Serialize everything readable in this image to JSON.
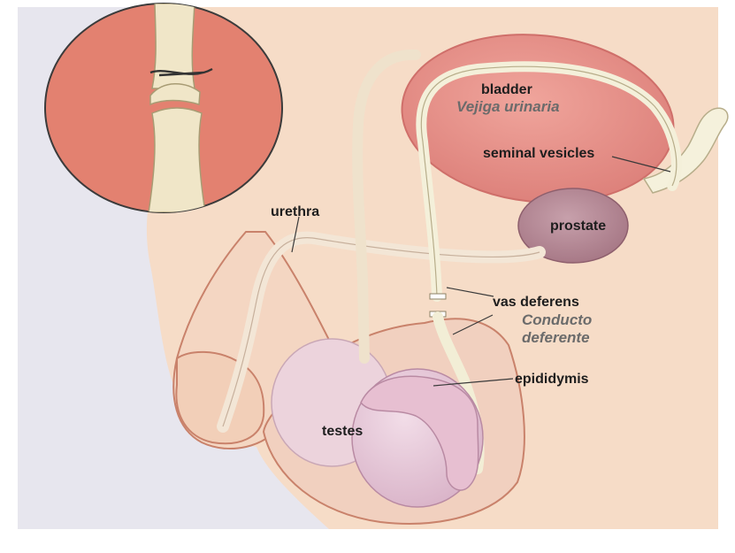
{
  "labels": {
    "bladder": "bladder",
    "bladder_es": "Vejiga urinaria",
    "seminal_vesicles": "seminal vesicles",
    "prostate": "prostate",
    "urethra": "urethra",
    "vas_deferens": "vas deferens",
    "vas_deferens_es_1": "Conducto",
    "vas_deferens_es_2": "deferente",
    "epididymis": "epididymis",
    "testes": "testes"
  },
  "colors": {
    "background": "#e7e6ee",
    "skin": "#f6dcc7",
    "skin_outline": "#c9826b",
    "bladder": "#e88d86",
    "prostate": "#b78896",
    "duct": "#f3efd9",
    "duct_outline": "#b7ad8a",
    "testis": "#e6c7d6",
    "inset_fill": "#e38170",
    "label_text": "#1e1e1e",
    "spanish_text": "#6b6b6b"
  }
}
